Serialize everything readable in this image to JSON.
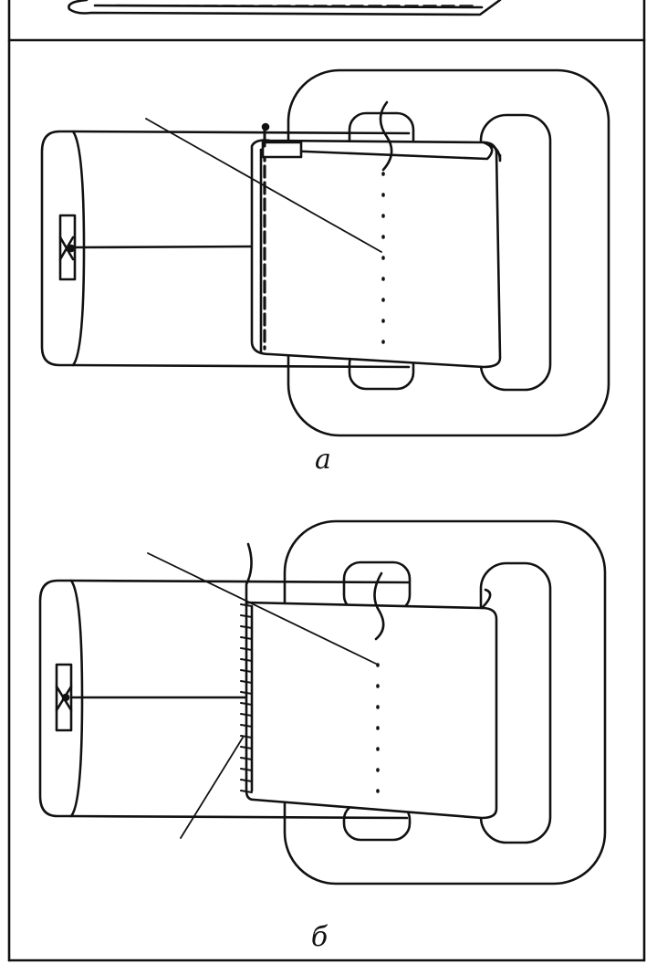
{
  "figure": {
    "panels": [
      {
        "id": "a",
        "caption": "а"
      },
      {
        "id": "b",
        "caption": "б"
      }
    ]
  },
  "colors": {
    "line": "#111111",
    "background": "#ffffff"
  }
}
